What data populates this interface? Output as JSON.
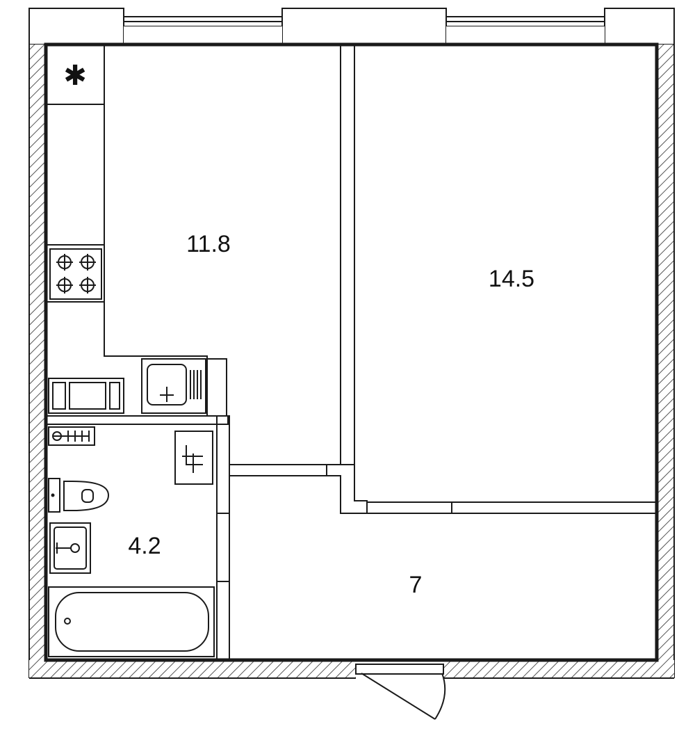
{
  "rooms": {
    "kitchen": {
      "area": "11.8"
    },
    "living_room": {
      "area": "14.5"
    },
    "bathroom": {
      "area": "4.2"
    },
    "hallway": {
      "area": "7"
    }
  },
  "symbols": {
    "fridge_mark": "✱"
  },
  "icons": {
    "stove": "stove-icon",
    "sink": "kitchen-sink-icon",
    "fridge": "fridge-icon",
    "toilet": "toilet-icon",
    "washbasin": "washbasin-icon",
    "bathtub": "bathtub-icon",
    "radiator": "radiator-icon",
    "ventilation": "vent-shaft-icon",
    "door": "entrance-door-icon"
  },
  "colors": {
    "line": "#1a1a1a",
    "hatch": "#555555",
    "background": "#ffffff"
  }
}
